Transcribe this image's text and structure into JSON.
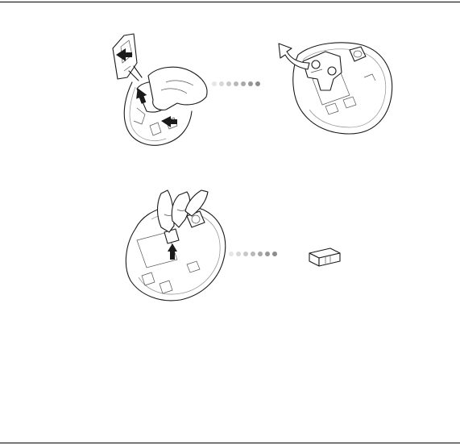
{
  "colors": {
    "line": "#1a1a1a",
    "rule": "#000000",
    "dot_dark": "#8c8c8c",
    "dot_light": "#e6e6e6"
  },
  "steps": [
    {
      "id": "open-battery-cover",
      "icons": [
        "thumb-press-arrows",
        "cover-lift-arrow"
      ]
    },
    {
      "id": "remove-receiver",
      "icons": [
        "pull-up-arrow",
        "nano-receiver-icon"
      ]
    }
  ]
}
